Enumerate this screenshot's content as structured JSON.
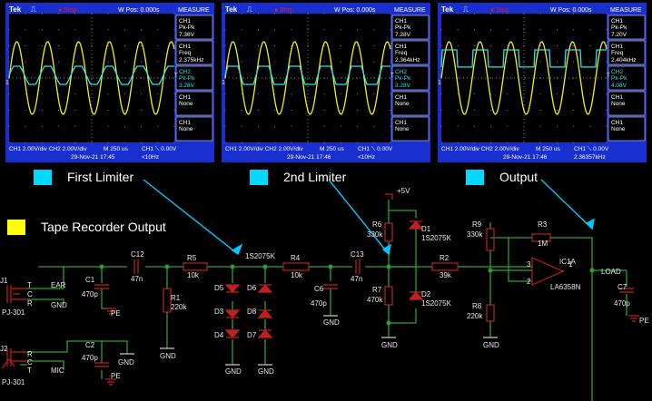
{
  "colors": {
    "frame": "#1a2fd0",
    "ch1": "#f0f020",
    "ch2": "#30e0f0",
    "label": "#ffffff",
    "wire": "#2fa02f",
    "part": "#c02020",
    "text": "#e8e8e8",
    "cyan_legend": "#00d8ff",
    "yellow_legend": "#ffff00"
  },
  "scopes": [
    {
      "brand": "Tek",
      "status": "Stop",
      "wpos": "W Pos: 0.000s",
      "measure": "MEASURE",
      "meas": [
        {
          "ch": "CH1",
          "name": "Pk-Pk",
          "val": "7.36V"
        },
        {
          "ch": "CH1",
          "name": "Freq",
          "val": "2.375kHz"
        },
        {
          "ch": "CH2",
          "name": "Pk-Pk",
          "val": "3.28V"
        },
        {
          "ch": "CH1",
          "name": "None",
          "val": ""
        },
        {
          "ch": "CH1",
          "name": "None",
          "val": ""
        }
      ],
      "ch_line": "CH1  2.00V/div   CH2  2.00V/div",
      "tb": "M 250 us",
      "trig": "CH1 ⟍ 0.00V",
      "date": "29-Nov-21  17:45",
      "trigf": "<10Hz"
    },
    {
      "brand": "Tek",
      "status": "Stop",
      "wpos": "W Pos: 0.000s",
      "measure": "MEASURE",
      "meas": [
        {
          "ch": "CH1",
          "name": "Pk-Pk",
          "val": "7.28V"
        },
        {
          "ch": "CH1",
          "name": "Freq",
          "val": "2.364kHz"
        },
        {
          "ch": "CH2",
          "name": "Pk-Pk",
          "val": "3.28V"
        },
        {
          "ch": "CH1",
          "name": "None",
          "val": ""
        },
        {
          "ch": "CH1",
          "name": "None",
          "val": ""
        }
      ],
      "ch_line": "CH1  2.00V/div   CH2  2.00V/div",
      "tb": "M 250 us",
      "trig": "CH1 ⟍ 0.00V",
      "date": "29-Nov-21  17:46",
      "trigf": "<10Hz"
    },
    {
      "brand": "Tek",
      "status": "Stop",
      "wpos": "W Pos: 0.000s",
      "measure": "MEASURE",
      "meas": [
        {
          "ch": "CH1",
          "name": "Pk-Pk",
          "val": "7.20V"
        },
        {
          "ch": "CH1",
          "name": "Freq",
          "val": "2.404kHz"
        },
        {
          "ch": "CH2",
          "name": "Pk-Pk",
          "val": "4.08V"
        },
        {
          "ch": "CH1",
          "name": "None",
          "val": ""
        },
        {
          "ch": "CH1",
          "name": "None",
          "val": ""
        }
      ],
      "ch_line": "CH1  2.00V/div   CH2  2.00V/div",
      "tb": "M 250 us",
      "trig": "CH1 ⟍ 0.00V",
      "date": "29-Nov-21  17:46",
      "trigf": "2.36357kHz"
    }
  ],
  "legend": {
    "first": "First Limiter",
    "second": "2nd Limiter",
    "output": "Output",
    "tape": "Tape Recorder Output"
  },
  "schematic": {
    "j1": "J1",
    "j1_part": "PJ-301",
    "j2": "J2",
    "j2_part": "PJ-301",
    "ear": "EAR",
    "mic": "MIC",
    "gnd": "GND",
    "pe": "PE",
    "c1": "C1",
    "c1v": "470p",
    "c2": "C2",
    "c2v": "470p",
    "c12": "C12",
    "c12v": "47n",
    "r1": "R1",
    "r1v": "220k",
    "r5": "R5",
    "r5v": "10k",
    "d5": "D5",
    "d3": "D3",
    "d4": "D4",
    "d6": "D6",
    "d8": "D8",
    "d7": "D7",
    "dpart": "1S2075K",
    "r4": "R4",
    "r4v": "10k",
    "c6": "C6",
    "c6v": "470p",
    "c13": "C13",
    "c13v": "47n",
    "r6": "R6",
    "r6v": "330k",
    "r7": "R7",
    "r7v": "470k",
    "d1": "D1",
    "d2": "D2",
    "r2": "R2",
    "r2v": "39k",
    "r9": "R9",
    "r9v": "330k",
    "r8": "R8",
    "r8v": "220k",
    "r3": "R3",
    "r3v": "1M",
    "ic": "IC1A",
    "icpart": "LA6358N",
    "load": "LOAD",
    "c7": "C7",
    "c7v": "470p",
    "v5": "+5V",
    "pin3": "3",
    "pin2": "2",
    "pin1": "1",
    "trc": "T",
    "rrc": "R",
    "crc": "C"
  }
}
